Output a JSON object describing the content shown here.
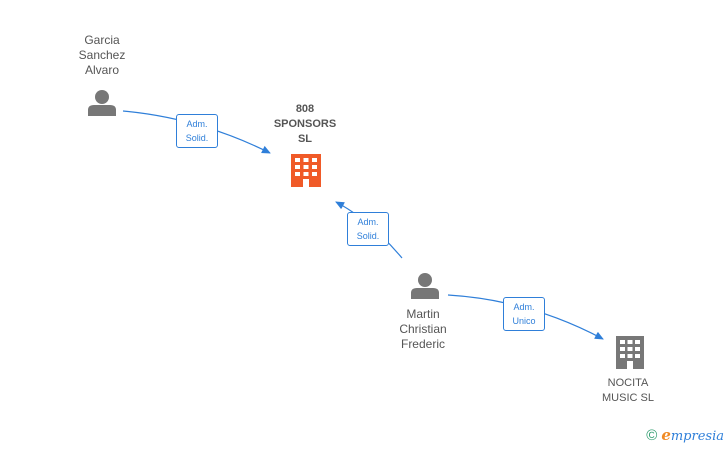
{
  "nodes": {
    "garcia": {
      "label": "Garcia\nSanchez\nAlvaro",
      "icon": "person-icon",
      "color": "#777777"
    },
    "martin": {
      "label": "Martin\nChristian\nFrederic",
      "icon": "person-icon",
      "color": "#777777"
    },
    "sponsors": {
      "label": "808\nSPONSORS\nSL",
      "icon": "building-icon",
      "color": "#f05a28"
    },
    "nocita": {
      "label": "NOCITA\nMUSIC  SL",
      "icon": "building-icon",
      "color": "#777777"
    }
  },
  "edges": [
    {
      "from": "garcia",
      "to": "sponsors",
      "label": "Adm.\nSolid."
    },
    {
      "from": "martin",
      "to": "sponsors",
      "label": "Adm.\nSolid."
    },
    {
      "from": "martin",
      "to": "nocita",
      "label": "Adm.\nUnico"
    }
  ],
  "colors": {
    "edge": "#2f7fd9"
  },
  "watermark": {
    "copyright": "©",
    "brand_first": "e",
    "brand_rest": "mpresia"
  }
}
